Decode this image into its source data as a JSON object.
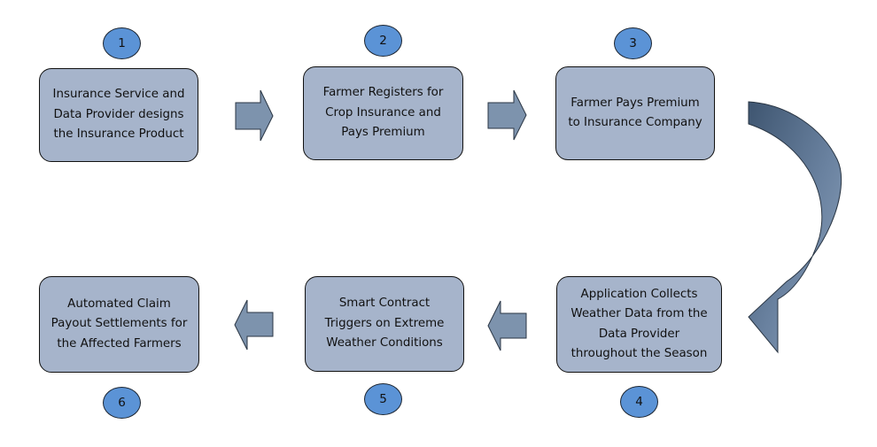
{
  "steps": [
    {
      "number": "1",
      "text": "Insurance Service and Data Provider designs the Insurance Product"
    },
    {
      "number": "2",
      "text": "Farmer Registers for Crop Insurance and Pays Premium"
    },
    {
      "number": "3",
      "text": "Farmer Pays Premium to Insurance Company"
    },
    {
      "number": "4",
      "text": "Application Collects Weather Data from the Data Provider throughout the Season"
    },
    {
      "number": "5",
      "text": "Smart Contract Triggers on Extreme Weather Conditions"
    },
    {
      "number": "6",
      "text": "Automated Claim Payout Settlements for the Affected Farmers"
    }
  ],
  "colors": {
    "box_fill": "#a6b4cb",
    "number_circle_fill": "#5b93d6",
    "arrow_fill": "#7d93ad",
    "curved_arrow_fill": "#5d7490"
  },
  "icons": {
    "straight_arrow": "block-arrow-icon",
    "curved_arrow": "curved-arrow-icon"
  }
}
